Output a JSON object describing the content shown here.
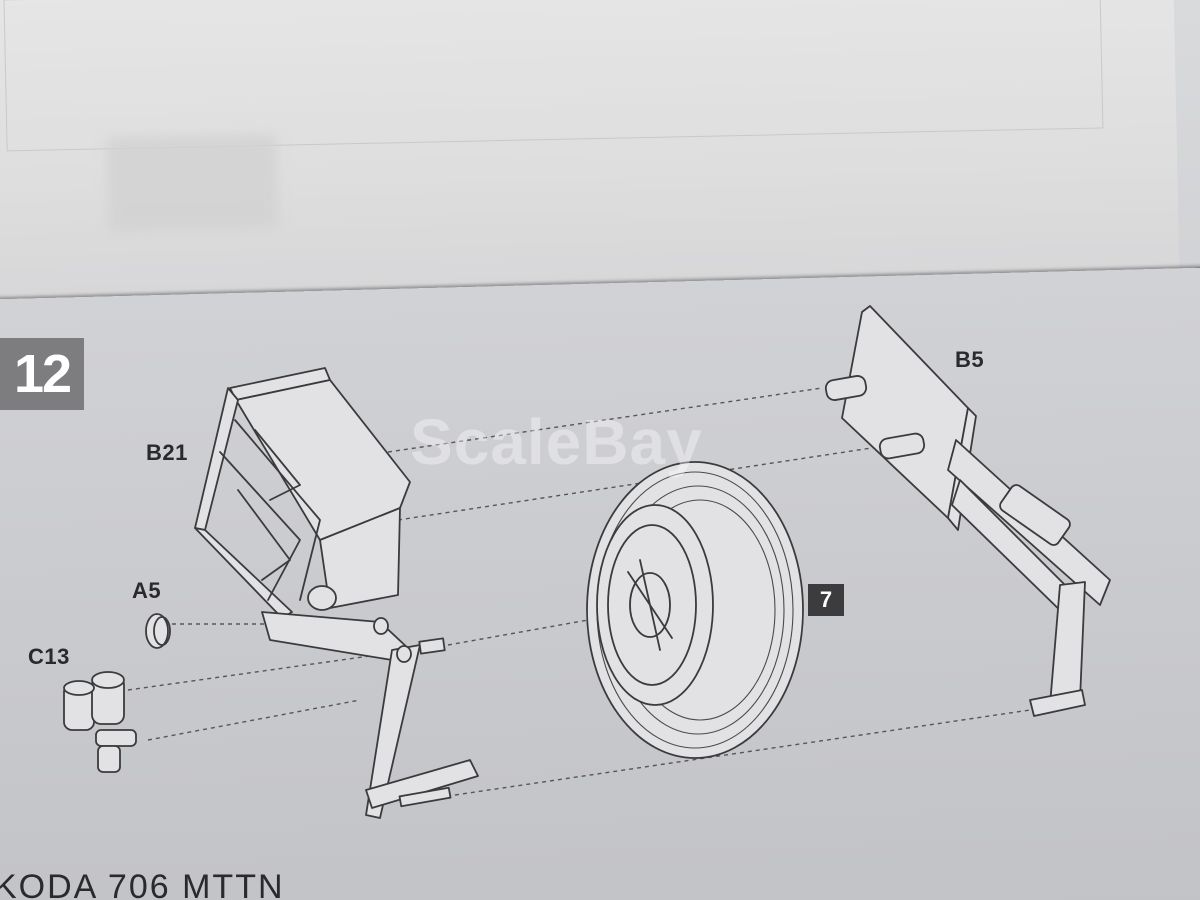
{
  "step": {
    "number": "12",
    "reference": "7"
  },
  "parts": {
    "b21": "B21",
    "b5": "B5",
    "a5": "A5",
    "c13": "C13"
  },
  "watermark": "ScaleBay",
  "footer": {
    "title": "KODA 706 MTTN"
  }
}
